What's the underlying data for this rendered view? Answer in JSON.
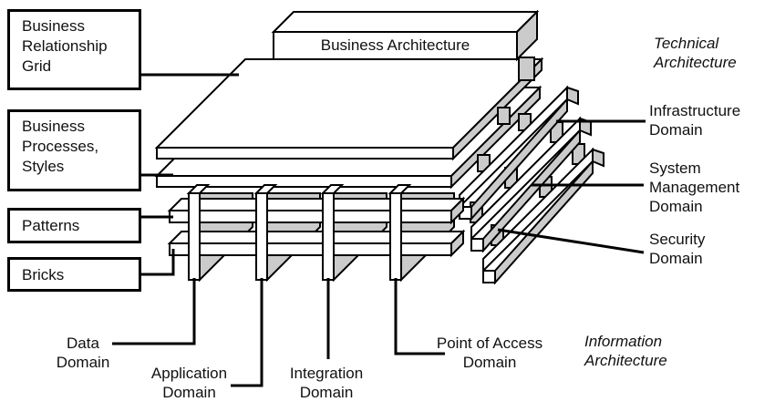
{
  "left_boxes": [
    {
      "id": "business-relationship-grid",
      "label": "Business Relationship Grid"
    },
    {
      "id": "business-processes-styles",
      "label": "Business Processes, Styles"
    },
    {
      "id": "patterns",
      "label": "Patterns"
    },
    {
      "id": "bricks",
      "label": "Bricks"
    }
  ],
  "stack": {
    "business_architecture": "Business Architecture"
  },
  "annotations": {
    "technical_architecture": "Technical Architecture",
    "information_architecture": "Information Architecture"
  },
  "right_domains": [
    {
      "id": "infrastructure-domain",
      "label": "Infrastructure Domain"
    },
    {
      "id": "system-management-domain",
      "label": "System Management Domain"
    },
    {
      "id": "security-domain",
      "label": "Security Domain"
    }
  ],
  "bottom_domains": [
    {
      "id": "data-domain",
      "label": "Data Domain"
    },
    {
      "id": "application-domain",
      "label": "Application Domain"
    },
    {
      "id": "integration-domain",
      "label": "Integration Domain"
    },
    {
      "id": "point-of-access-domain",
      "label": "Point of Access Domain"
    }
  ],
  "colors": {
    "face": "#ffffff",
    "shade": "#cbcbcb",
    "line": "#000000"
  }
}
